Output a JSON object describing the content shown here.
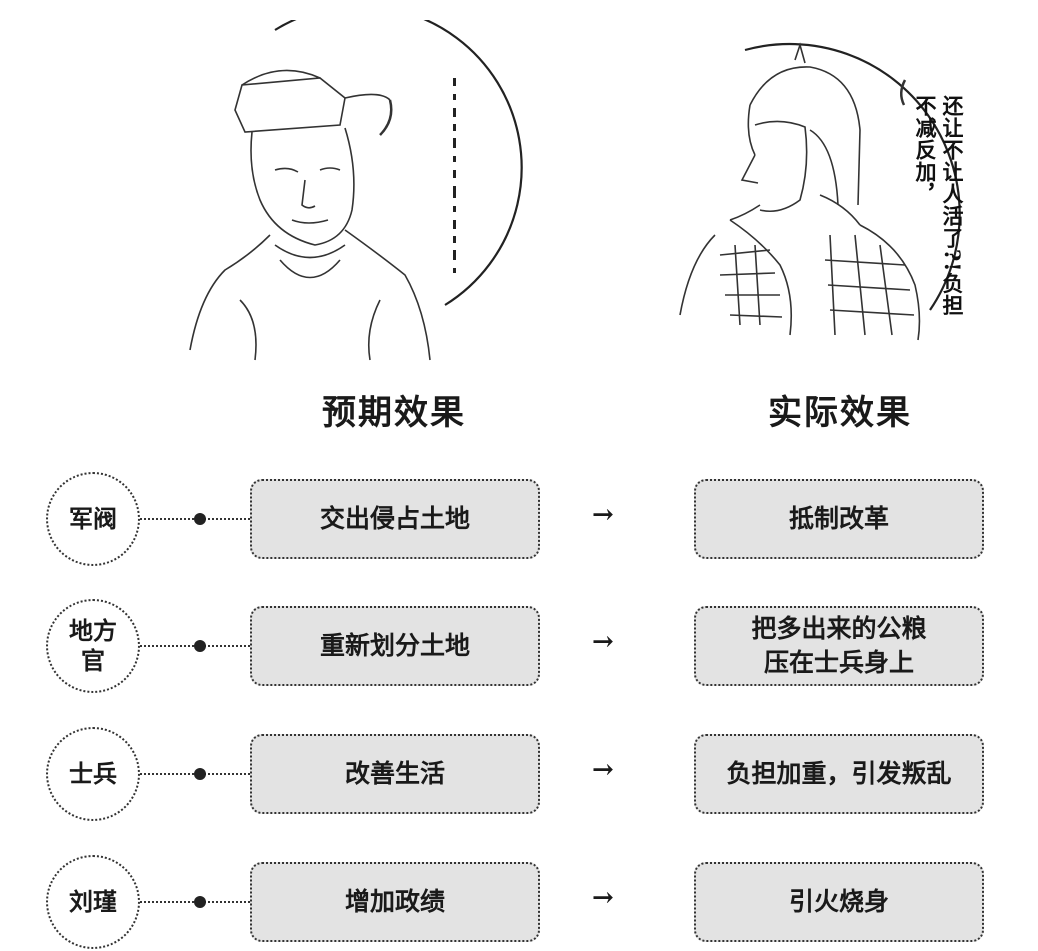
{
  "bubble": {
    "right_text": "还让不让人活了?!负担不减反加，"
  },
  "titles": {
    "expected": "预期效果",
    "actual": "实际效果"
  },
  "arrow_glyph": "→",
  "rows": [
    {
      "label": "军阀",
      "expected": "交出侵占土地",
      "actual": "抵制改革"
    },
    {
      "label": "地方\n官",
      "expected": "重新划分土地",
      "actual": "把多出来的公粮\n压在士兵身上"
    },
    {
      "label": "士兵",
      "expected": "改善生活",
      "actual": "负担加重，引发叛乱"
    },
    {
      "label": "刘瑾",
      "expected": "增加政绩",
      "actual": "引火烧身"
    }
  ]
}
